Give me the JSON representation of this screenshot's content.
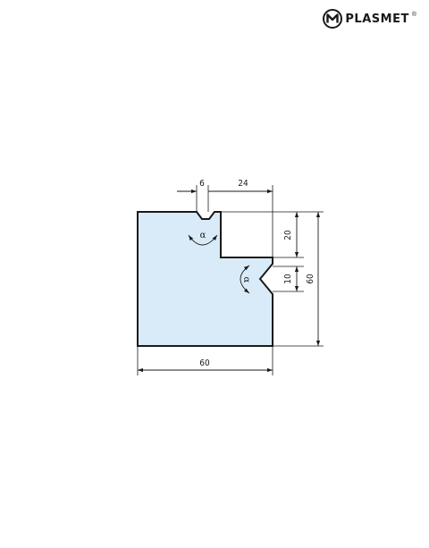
{
  "brand": {
    "name": "PLASMET",
    "registered": "®",
    "logo_icon": "plasmet-m-logo-icon"
  },
  "drawing": {
    "profile_fill": "#d9ebf8",
    "line_color": "#1a1a1a",
    "dimensions": {
      "top_groove_width": "6",
      "top_step_width": "24",
      "step_height": "20",
      "side_groove_width": "10",
      "total_height": "60",
      "total_width": "60"
    },
    "angle_symbol": "α"
  }
}
